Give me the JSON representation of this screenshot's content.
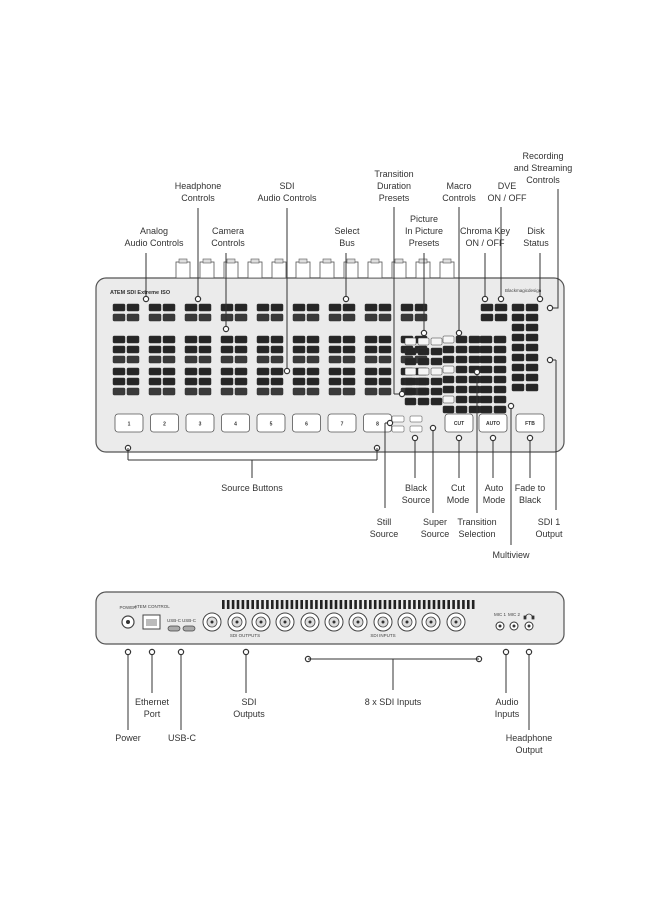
{
  "device": {
    "name": "ATEM SDI Extreme ISO",
    "brand": "Blackmagicdesign"
  },
  "front_labels": {
    "analog_audio": [
      "Analog",
      "Audio Controls"
    ],
    "headphone_controls": [
      "Headphone",
      "Controls"
    ],
    "camera_controls": [
      "Camera",
      "Controls"
    ],
    "sdi_audio": [
      "SDI",
      "Audio Controls"
    ],
    "select_bus": [
      "Select",
      "Bus"
    ],
    "transition_duration": [
      "Transition",
      "Duration",
      "Presets"
    ],
    "pip_presets": [
      "Picture",
      "In Picture",
      "Presets"
    ],
    "macro_controls": [
      "Macro",
      "Controls"
    ],
    "dve": [
      "DVE",
      "ON / OFF"
    ],
    "chroma_key": [
      "Chroma Key",
      "ON / OFF"
    ],
    "recording_streaming": [
      "Recording",
      "and Streaming",
      "Controls"
    ],
    "disk_status": [
      "Disk",
      "Status"
    ],
    "source_buttons": [
      "Source Buttons"
    ],
    "still_source": [
      "Still",
      "Source"
    ],
    "black_source": [
      "Black",
      "Source"
    ],
    "super_source": [
      "Super",
      "Source"
    ],
    "cut_mode": [
      "Cut",
      "Mode"
    ],
    "transition_selection": [
      "Transition",
      "Selection"
    ],
    "auto_mode": [
      "Auto",
      "Mode"
    ],
    "fade_to_black": [
      "Fade to",
      "Black"
    ],
    "multiview": [
      "Multiview"
    ],
    "sdi1_output": [
      "SDI 1",
      "Output"
    ]
  },
  "rear_labels": {
    "power": [
      "Power"
    ],
    "ethernet": [
      "Ethernet",
      "Port"
    ],
    "usbc": [
      "USB-C"
    ],
    "sdi_outputs": [
      "SDI",
      "Outputs"
    ],
    "sdi_inputs": [
      "8 x SDI Inputs"
    ],
    "audio_inputs": [
      "Audio",
      "Inputs"
    ],
    "headphone_output": [
      "Headphone",
      "Output"
    ]
  },
  "source_buttons": [
    "1",
    "2",
    "3",
    "4",
    "5",
    "6",
    "7",
    "8"
  ],
  "transport_buttons": {
    "cut": "CUT",
    "auto": "AUTO",
    "ftb": "FTB"
  },
  "rear_panel": {
    "power": "POWER",
    "atem_control": "ATEM CONTROL",
    "usb1": "USB-C",
    "usb2": "USB-C",
    "sdi_outputs": "SDI OUTPUTS",
    "sdi_inputs": "SDI INPUTS",
    "mic1": "MIC 1",
    "mic2": "MIC 2"
  }
}
